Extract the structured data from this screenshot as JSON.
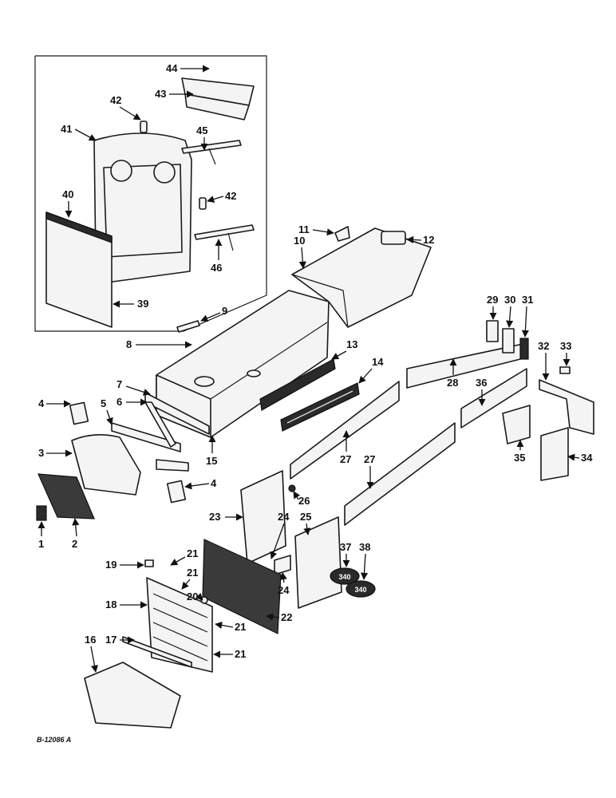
{
  "diagram": {
    "drawing_code": "B-12086 A",
    "callouts": [
      "1",
      "2",
      "3",
      "4",
      "5",
      "6",
      "7",
      "8",
      "9",
      "10",
      "11",
      "12",
      "13",
      "14",
      "15",
      "16",
      "17",
      "18",
      "19",
      "20",
      "21",
      "22",
      "23",
      "24",
      "25",
      "26",
      "27",
      "28",
      "29",
      "30",
      "31",
      "32",
      "33",
      "34",
      "35",
      "36",
      "37",
      "38",
      "39",
      "40",
      "41",
      "42",
      "43",
      "44",
      "45",
      "46"
    ],
    "emblem_text": "340",
    "colors": {
      "line": "#1a1a1a",
      "paper": "#ffffff",
      "part_fill": "#f4f4f4",
      "mesh": "#3a3a3a"
    }
  }
}
